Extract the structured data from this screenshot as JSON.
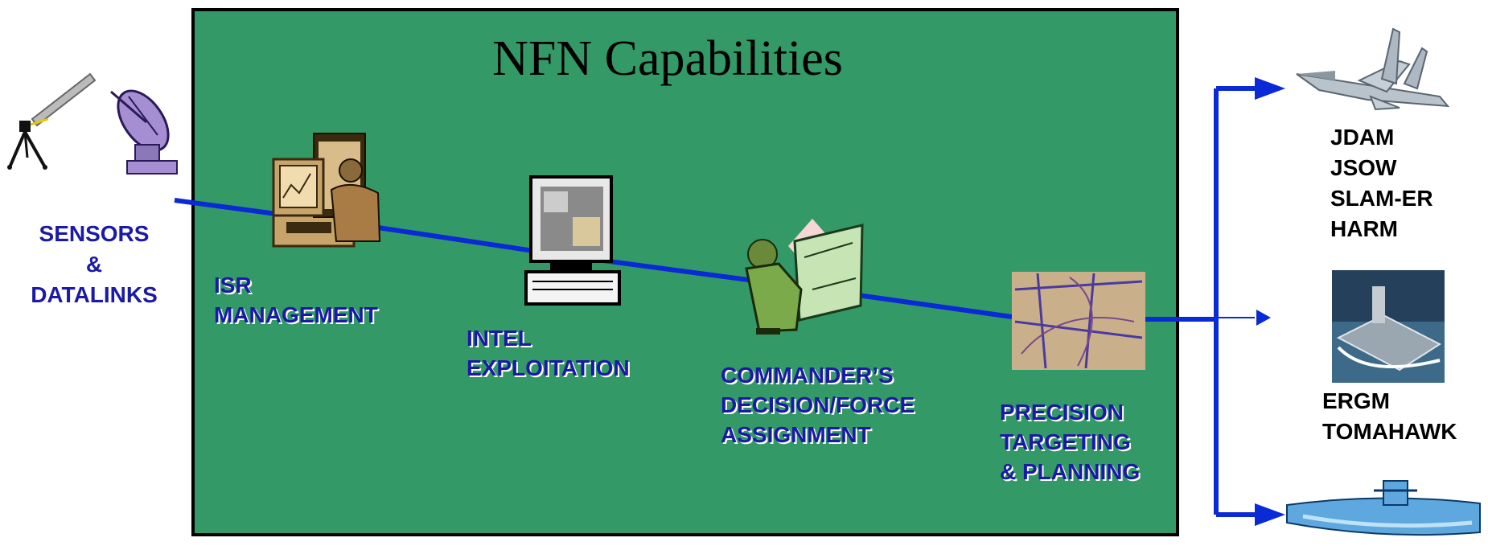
{
  "title": "NFN Capabilities",
  "sensors_label": [
    "SENSORS",
    "&",
    "DATALINKS"
  ],
  "stages": [
    {
      "lines": [
        "ISR",
        "MANAGEMENT"
      ]
    },
    {
      "lines": [
        "INTEL",
        "EXPLOITATION"
      ]
    },
    {
      "lines": [
        "COMMANDER’S",
        "DECISION/FORCE",
        "ASSIGNMENT"
      ]
    },
    {
      "lines": [
        "PRECISION",
        "TARGETING",
        "& PLANNING"
      ]
    }
  ],
  "air_weapons": [
    "JDAM",
    "JSOW",
    "SLAM-ER",
    "HARM"
  ],
  "ship_weapons": [
    "ERGM",
    "TOMAHAWK"
  ],
  "icons": [
    "satellite-dish-icon",
    "antenna-icon",
    "analyst-workstation-icon",
    "computer-terminal-icon",
    "commander-map-icon",
    "target-map-icon",
    "fighter-jet-icon",
    "destroyer-ship-icon",
    "submarine-icon"
  ],
  "colors": {
    "panel": "#339966",
    "flow_line": "#0a2ad6",
    "label_blue": "#1a1aa6"
  }
}
